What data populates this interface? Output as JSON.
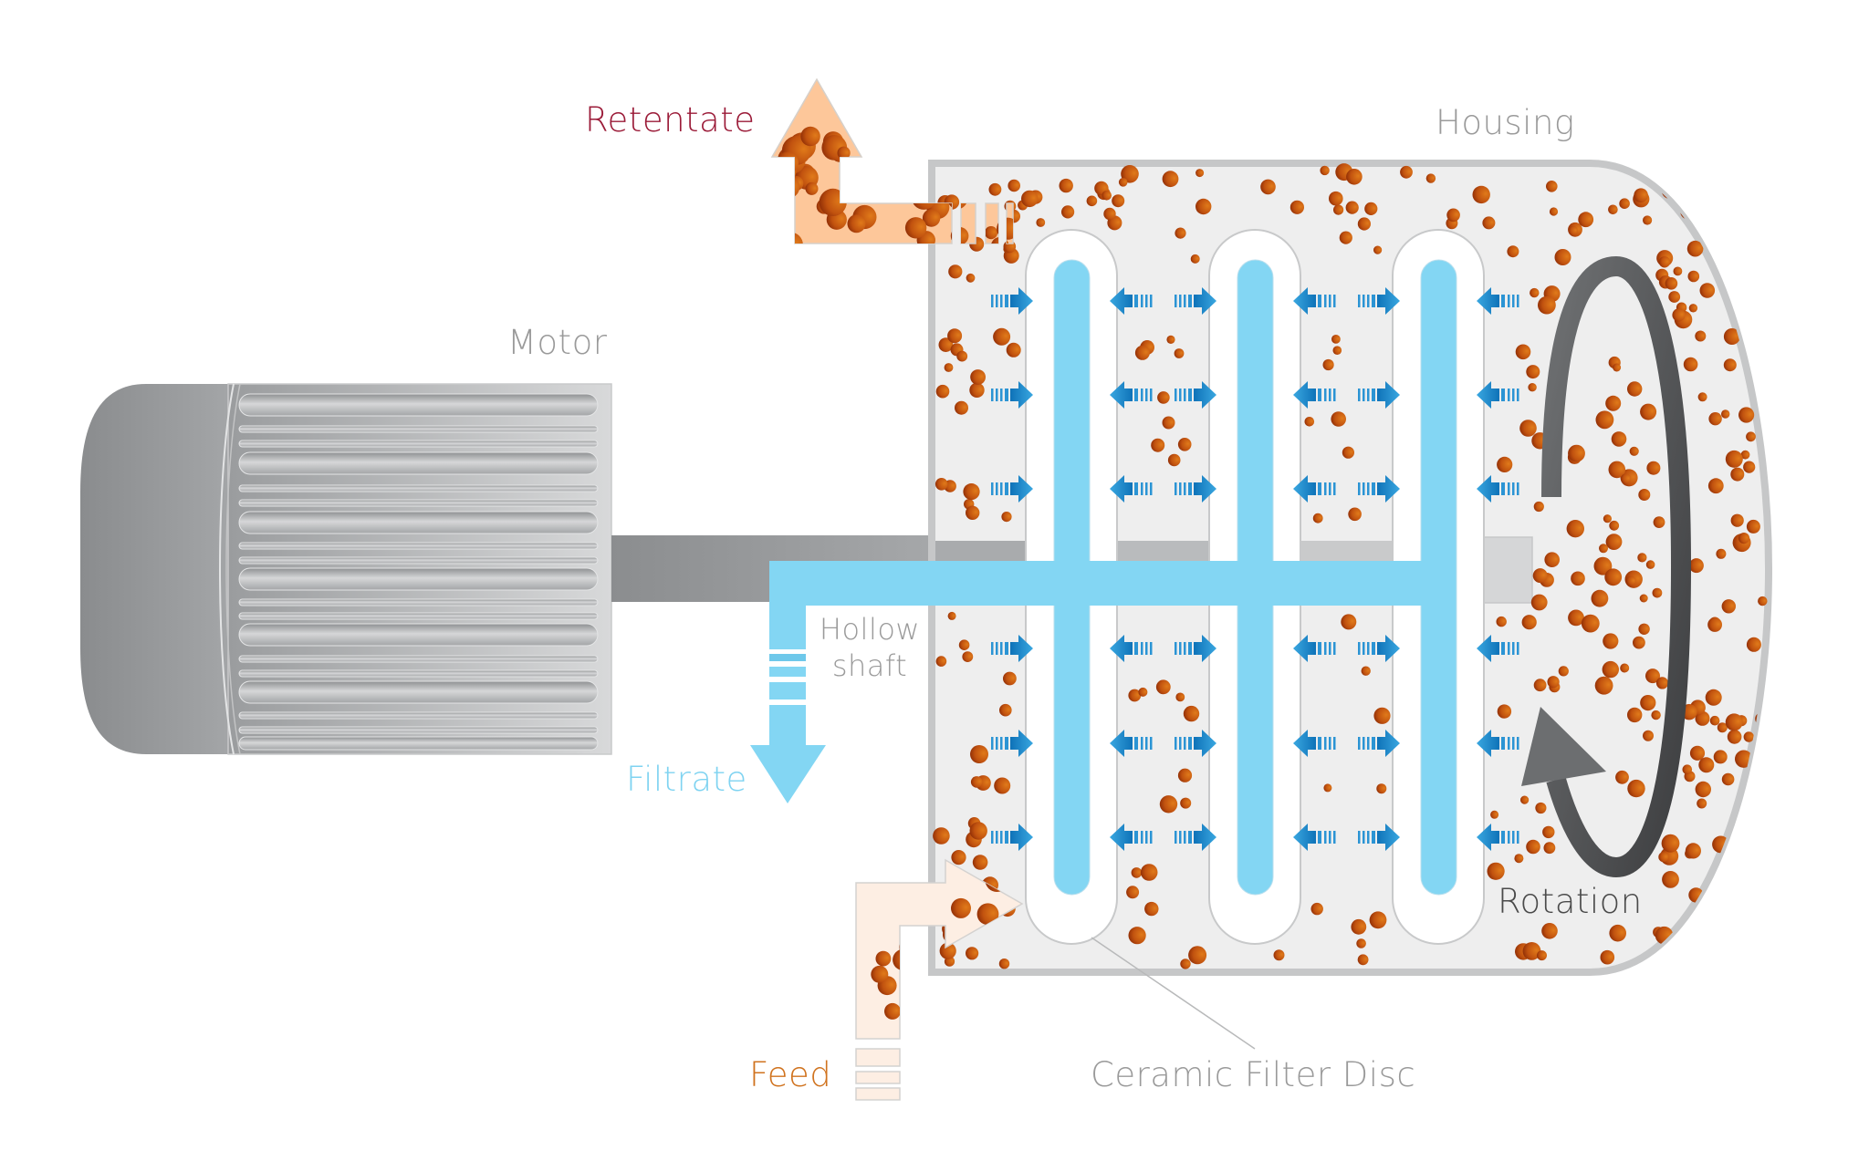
{
  "title": "Ceramic disc dynamic cross-flow filtration",
  "labels": {
    "retentate": "Retentate",
    "housing": "Housing",
    "motor": "Motor",
    "hollow_shaft_line1": "Hollow",
    "hollow_shaft_line2": "shaft",
    "filtrate": "Filtrate",
    "rotation": "Rotation",
    "feed": "Feed",
    "ceramic_filter_disc": "Ceramic Filter Disc"
  },
  "colors": {
    "retentate_label": "#9b1b38",
    "feed_label": "#d0731f",
    "filtrate_label": "#7fd3f1",
    "neutral_label": "#9a9a9a",
    "rotation_label": "#4a4a4a",
    "filtrate_blue": "#83d6f3",
    "permeate_arrow_blue": "#1b8bcf",
    "particle": "#c1520f",
    "housing_fill": "#eeeeee",
    "housing_stroke": "#c6c7c8",
    "retentate_fill": "#fdc79a",
    "feed_fill": "#fdeee3"
  },
  "components": [
    "Motor",
    "Hollow shaft",
    "Housing",
    "Ceramic Filter Disc",
    "Retentate outlet",
    "Feed inlet",
    "Filtrate outlet"
  ],
  "disc_count": 3,
  "flow_arrows_per_gap_side": 6
}
